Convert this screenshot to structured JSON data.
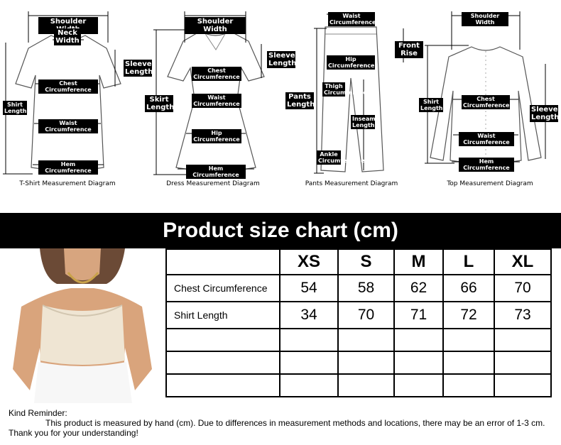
{
  "diagrams": {
    "tshirt": {
      "caption": "T-Shirt Measurement Diagram",
      "labels": [
        "Shoulder Width",
        "Neck Width",
        "Sleeve Length",
        "Chest Circumference",
        "Shirt Length",
        "Waist Circumference",
        "Hem Circumference"
      ]
    },
    "dress": {
      "caption": "Dress Measurement Diagram",
      "labels": [
        "Shoulder Width",
        "Sleeve Length",
        "Chest Circumference",
        "Skirt Length",
        "Waist Circumference",
        "Hip Circumference",
        "Hem Circumference"
      ]
    },
    "pants": {
      "caption": "Pants Measurement Diagram",
      "labels": [
        "Waist Circumference",
        "Front Rise",
        "Hip Circumference",
        "Thigh Circumference",
        "Pants Length",
        "Inseam Length",
        "Ankle Circumference"
      ]
    },
    "top": {
      "caption": "Top Measurement Diagram",
      "labels": [
        "Shoulder Width",
        "Chest Circumference",
        "Shirt Length",
        "Sleeve Length",
        "Waist Circumference",
        "Hem Circumference"
      ]
    }
  },
  "chart": {
    "title": "Product size chart  (cm)",
    "sizes": [
      "XS",
      "S",
      "M",
      "L",
      "XL"
    ],
    "rows": [
      {
        "label": "Chest Circumference",
        "values": [
          "54",
          "58",
          "62",
          "66",
          "70"
        ]
      },
      {
        "label": "Shirt Length",
        "values": [
          "34",
          "70",
          "71",
          "72",
          "73"
        ]
      },
      {
        "label": "",
        "values": [
          "",
          "",
          "",
          "",
          ""
        ]
      },
      {
        "label": "",
        "values": [
          "",
          "",
          "",
          "",
          ""
        ]
      },
      {
        "label": "",
        "values": [
          "",
          "",
          "",
          "",
          ""
        ]
      }
    ]
  },
  "reminder": {
    "heading": "Kind Reminder:",
    "body": "This product is measured by hand (cm). Due to differences in measurement methods and locations, there may be an error of 1-3 cm. Thank you for your understanding!"
  }
}
